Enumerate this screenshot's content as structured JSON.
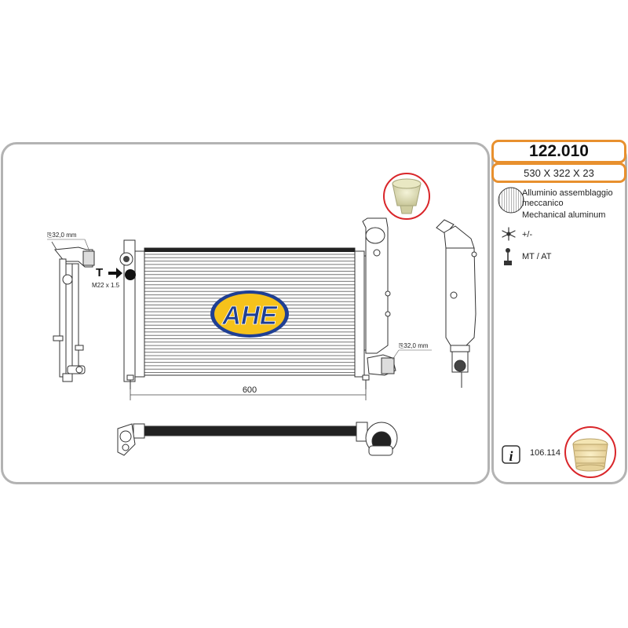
{
  "product": {
    "code": "122.010",
    "dimensions": "530 X 322 X 23"
  },
  "specs": {
    "construction_line1": "Alluminio assemblaggio",
    "construction_line2": "meccanico",
    "construction_line3": "Mechanical aluminum",
    "ac_text": "+/-",
    "transmission_text": "MT / AT",
    "reference_code": "106.114"
  },
  "drawing": {
    "brand_logo": "AHE",
    "width_label": "600",
    "inlet_diameter": "⎘32,0 mm",
    "outlet_diameter": "⎘32,0 mm",
    "fitting_marker": "T",
    "thread_label": "M22 x 1.5"
  },
  "icons": {
    "construction": "hatched-circle-icon",
    "ac": "snowflake-icon",
    "transmission": "gear-shift-icon",
    "info": "info-icon"
  },
  "colors": {
    "accent": "#e8902e",
    "panel_border": "#b3b3b3",
    "logo_blue": "#1f3f93",
    "logo_yellow": "#f6c21b",
    "photo_ring": "#d9262a"
  }
}
